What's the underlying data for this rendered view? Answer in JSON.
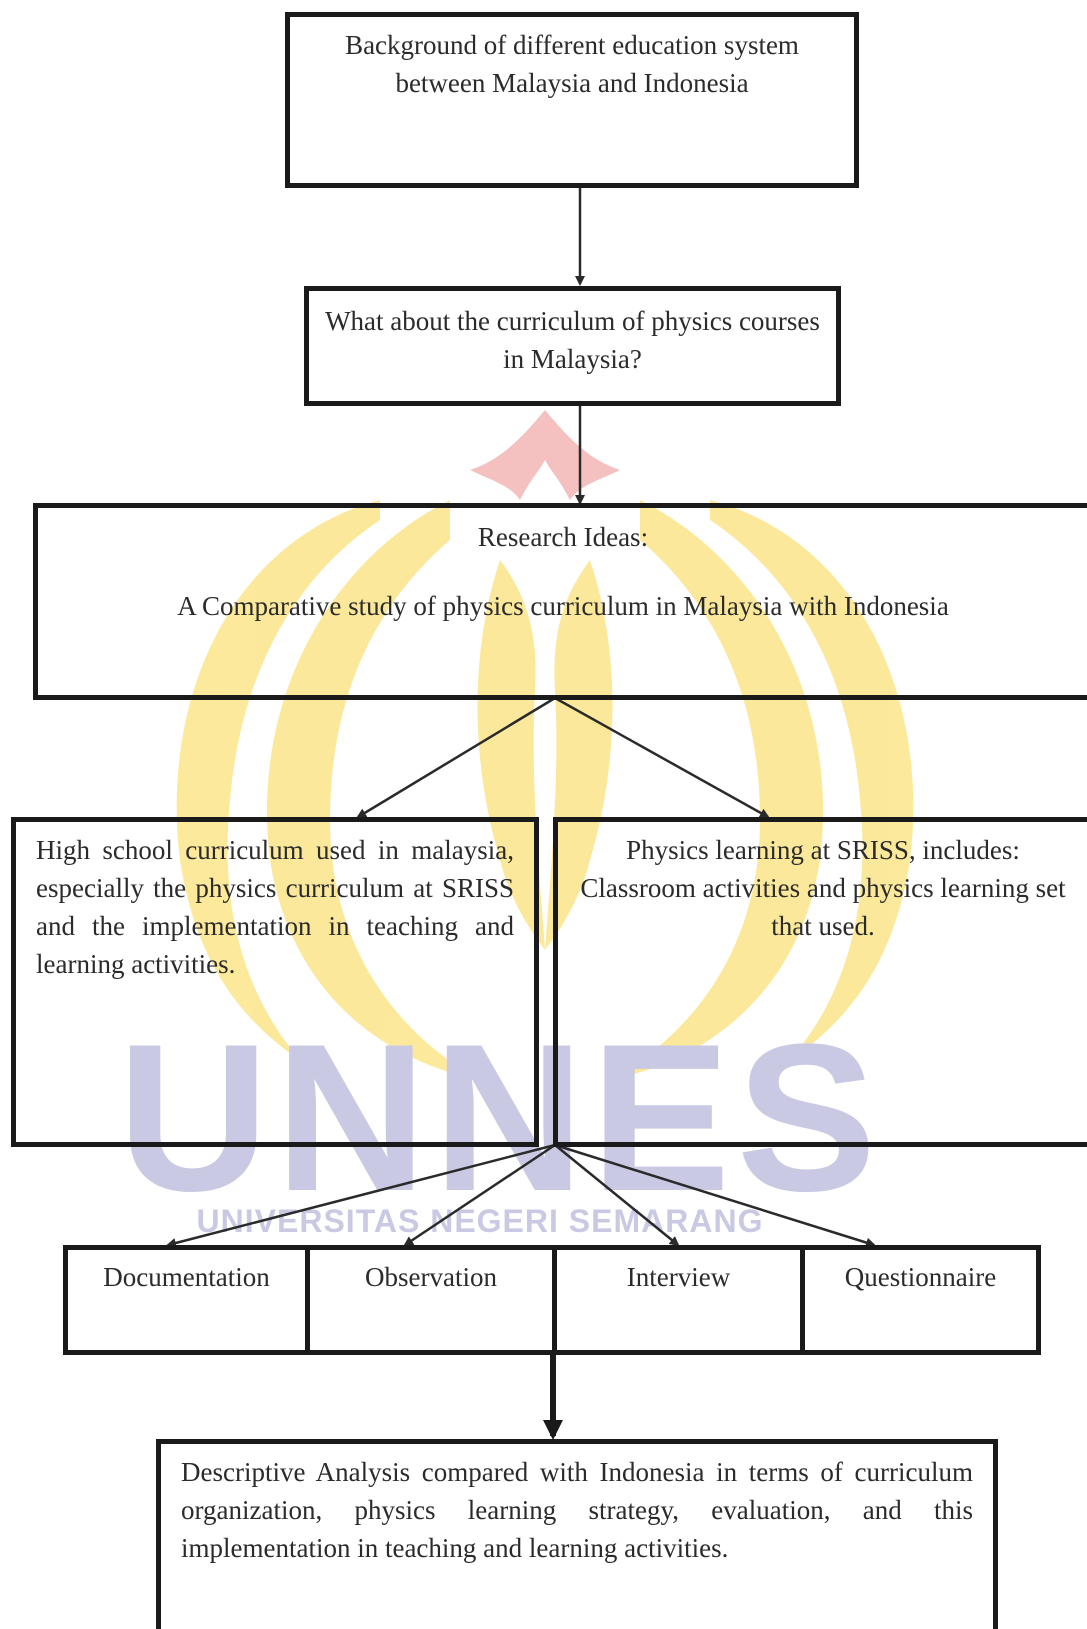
{
  "watermark": {
    "logo_text": "UNNES",
    "subtitle": "UNIVERSITAS NEGERI SEMARANG",
    "colors": {
      "flame": "#f4b9b9",
      "leaves": "#fbe58a",
      "text": "#c9c9e4"
    }
  },
  "nodes": {
    "background": "Background of different education system between Malaysia and Indonesia",
    "question": "What about the curriculum of physics courses in Malaysia?",
    "research_title": "Research Ideas:",
    "research_body": "A Comparative study of physics curriculum in Malaysia with Indonesia",
    "high_school": "High school curriculum used in malaysia, especially the physics curriculum at SRISS and the implementation in teaching and learning activities.",
    "physics_learning": "Physics learning at SRISS, includes: Classroom activities and physics learning set that used.",
    "methods": [
      "Documentation",
      "Observation",
      "Interview",
      "Questionnaire"
    ],
    "analysis": "Descriptive Analysis compared with Indonesia in terms of curriculum organization, physics learning strategy, evaluation, and this implementation in teaching and learning activities."
  },
  "colors": {
    "border": "#1a1a1a",
    "text": "#2b2b2b",
    "arrow": "#2a2a2a"
  }
}
